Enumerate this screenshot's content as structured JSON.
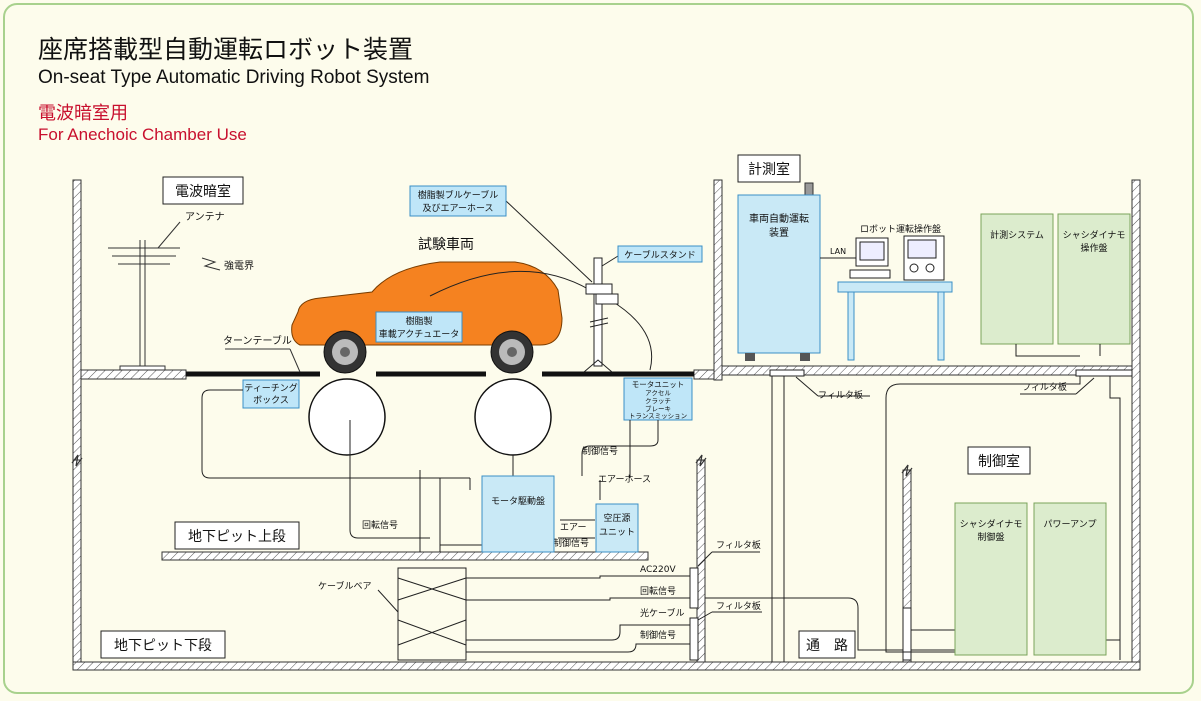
{
  "header": {
    "title_jp": "座席搭載型自動運転ロボット装置",
    "title_en": "On-seat Type Automatic Driving Robot System",
    "subtitle_jp": "電波暗室用",
    "subtitle_en": "For Anechoic Chamber Use"
  },
  "rooms": {
    "anechoic": "電波暗室",
    "measurement": "計測室",
    "control": "制御室",
    "pit_upper": "地下ピット上段",
    "pit_lower": "地下ピット下段",
    "passage": "通　路"
  },
  "labels": {
    "test_vehicle": "試験車両",
    "antenna": "アンテナ",
    "strong_field": "強電界",
    "turntable": "ターンテーブル",
    "resin_cable": [
      "樹脂製ブルケーブル",
      "及びエアーホース"
    ],
    "cable_stand": "ケーブルスタンド",
    "resin_actuator": [
      "樹脂製",
      "車載アクチュエータ"
    ],
    "teaching_box": [
      "ティーチング",
      "ボックス"
    ],
    "motor_unit": [
      "モータユニット",
      "アクセル",
      "クラッチ",
      "ブレーキ",
      "トランスミッション"
    ],
    "control_signal": "制御信号",
    "air_hose": "エアーホース",
    "motor_panel": "モータ駆動盤",
    "air": "エアー",
    "air_source": [
      "空圧源",
      "ユニット"
    ],
    "rotation_signal": "回転信号",
    "cable_bear": "ケーブルベア",
    "ac220v": "AC220V",
    "optical_cable": "光ケーブル",
    "filter_plate": "フィルタ板",
    "auto_drive_device": [
      "車両自動運転",
      "装置"
    ],
    "lan": "LAN",
    "robot_console": "ロボット運転操作盤",
    "meas_system": "計測システム",
    "chassis_console": [
      "シャシダイナモ",
      "操作盤"
    ],
    "chassis_control": [
      "シャシダイナモ",
      "制御盤"
    ],
    "power_amp": "パワーアンプ"
  },
  "colors": {
    "car": "#f58220",
    "label_box": "#bfe6f8",
    "label_box_border": "#3a8fc6",
    "cabinet": "#c9e9f6",
    "green_panel": "#dceccd",
    "title_red": "#c8102e",
    "room_label_bg": "#ffffff"
  }
}
